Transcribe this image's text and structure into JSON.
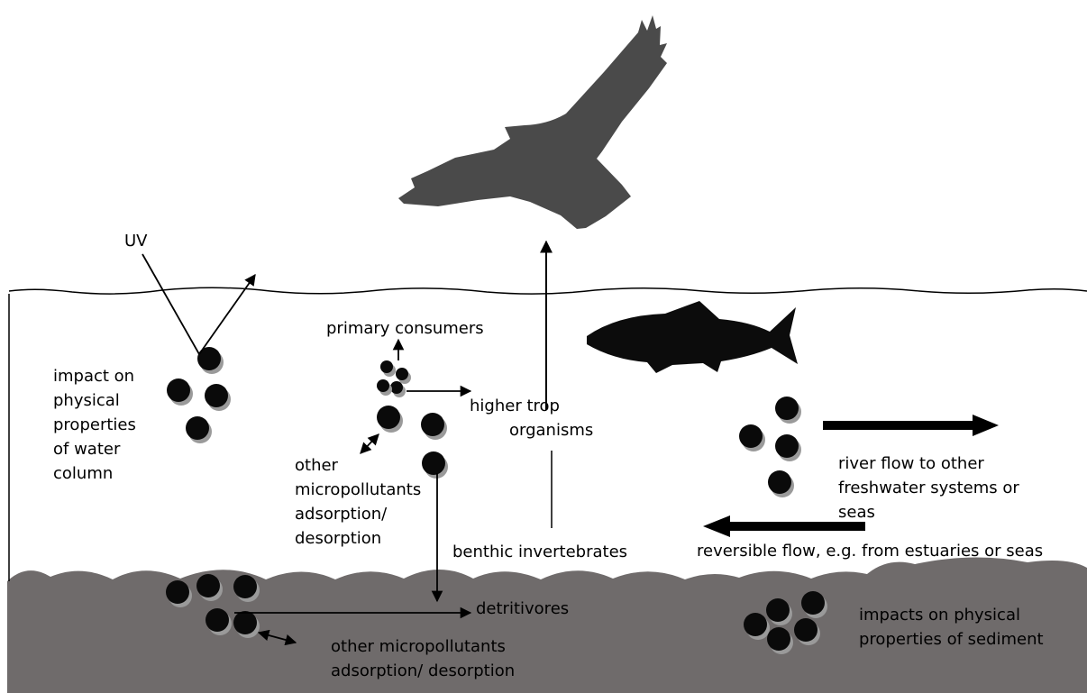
{
  "colors": {
    "background": "#ffffff",
    "sediment": "#6f6b6b",
    "bird": "#4a4a4a",
    "fish": "#0c0c0c",
    "particle": "#0a0a0a",
    "particle_shadow": "#9a9a9a",
    "line": "#000000"
  },
  "icons": {
    "bird": "bird-of-prey-silhouette-icon",
    "fish": "fish-silhouette-icon"
  },
  "labels": {
    "uv": "UV",
    "water_impact": [
      "impact on",
      "physical",
      "properties",
      "of water",
      "column"
    ],
    "primary_consumers": "primary consumers",
    "higher_trop": [
      "higher trop",
      "organisms"
    ],
    "other_micropollutants_water": [
      "other",
      "micropollutants",
      "adsorption/",
      "desorption"
    ],
    "benthic": "benthic invertebrates",
    "river_flow": [
      "river flow to other",
      "freshwater systems or",
      "seas"
    ],
    "reversible_flow": "reversible flow, e.g. from estuaries or seas",
    "detritivores": "detritivores",
    "other_micropollutants_sediment": [
      "other micropollutants",
      "adsorption/ desorption"
    ],
    "sediment_impact": [
      "impacts on physical",
      "properties of sediment"
    ]
  }
}
